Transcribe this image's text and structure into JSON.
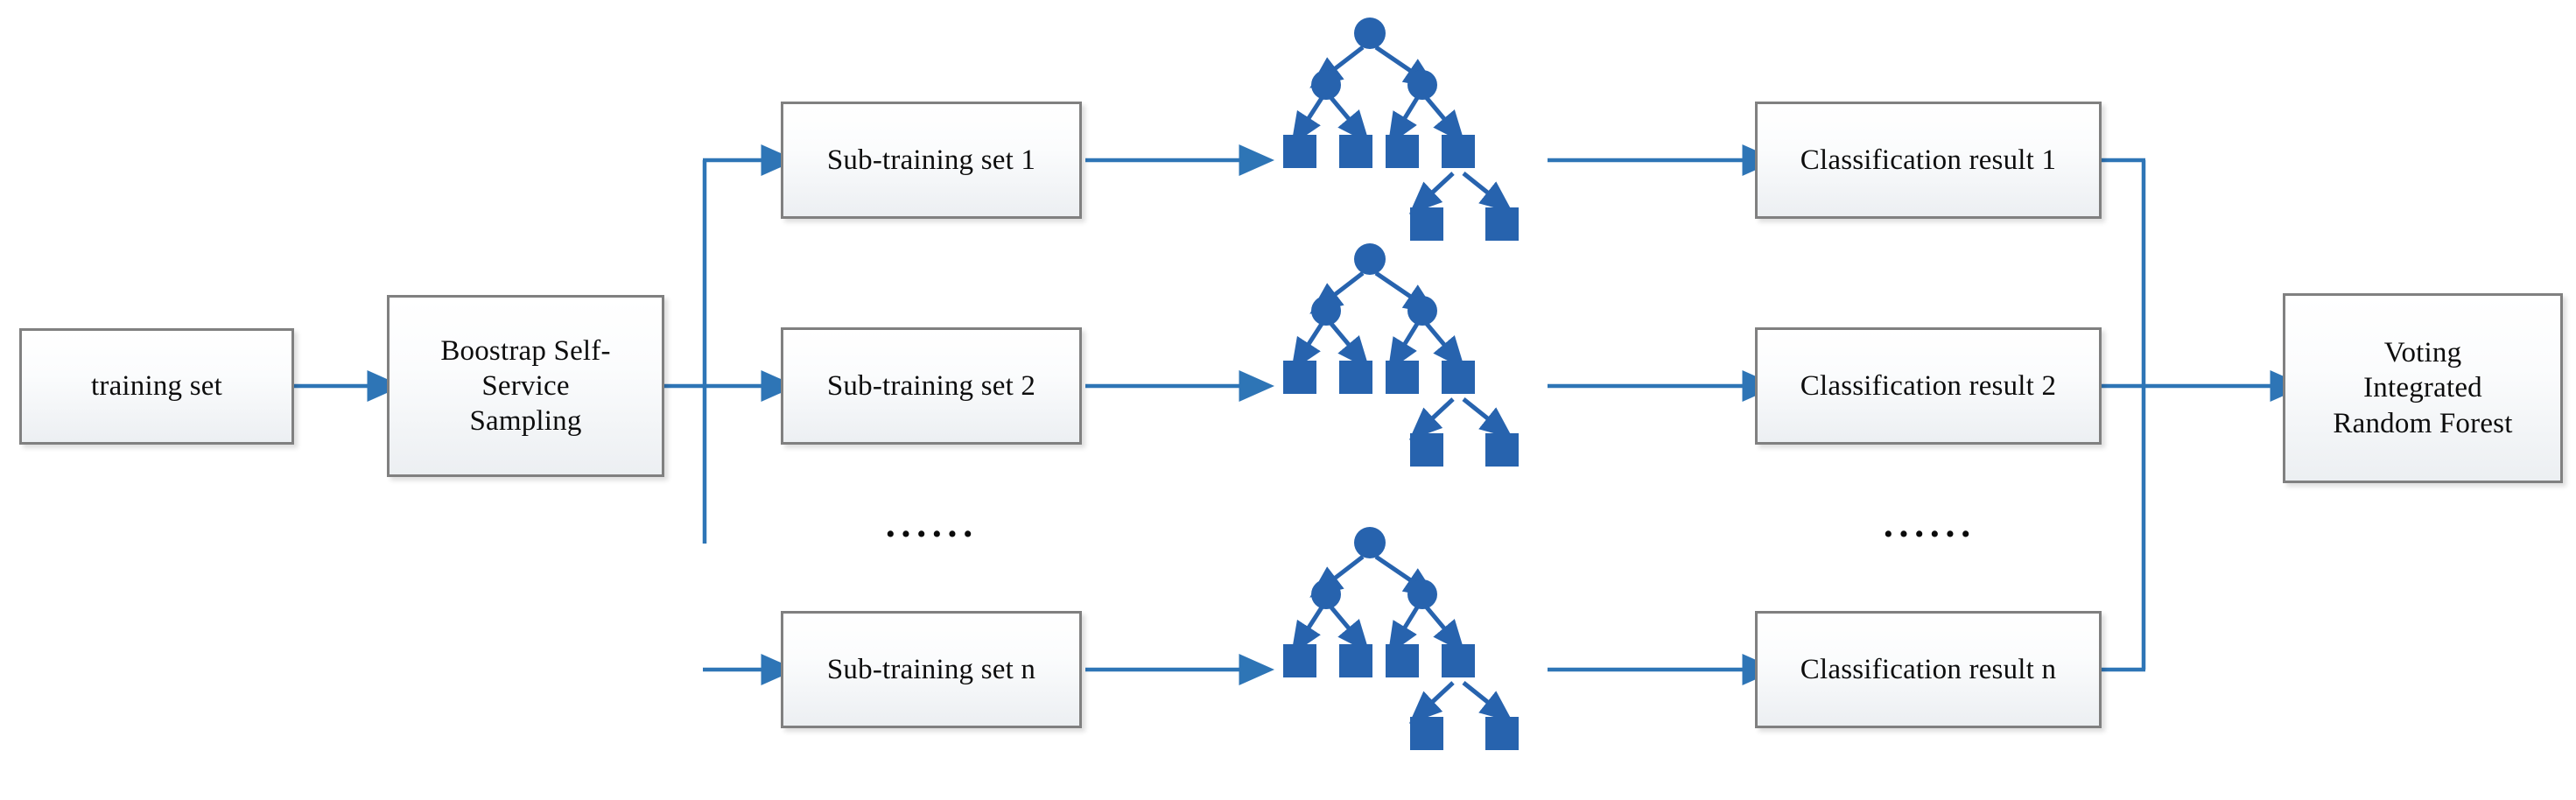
{
  "diagram": {
    "title": "Voting Integrated Random Forest pipeline",
    "colors": {
      "arrow_blue": "#2E75B6",
      "node_blue": "#2763AE",
      "box_border": "#808080",
      "box_fill": "#F2F4F7",
      "text": "#0D0D0D",
      "background": "#FFFFFF"
    },
    "boxes": {
      "training_set": "training set",
      "bootstrap": "Boostrap Self-\nService\nSampling",
      "bootstrap_lines": [
        "Boostrap Self-",
        "Service",
        "Sampling"
      ],
      "sub_training_1": "Sub-training set 1",
      "sub_training_2": "Sub-training set 2",
      "sub_training_n": "Sub-training set n",
      "classification_1": "Classification result 1",
      "classification_2": "Classification result 2",
      "classification_n": "Classification result n",
      "voting": "Voting\nIntegrated\nRandom Forest",
      "voting_lines": [
        "Voting",
        "Integrated",
        "Random Forest"
      ]
    },
    "ellipsis": {
      "sub_training": "······",
      "classification": "······"
    },
    "trees": [
      {
        "name": "decision-tree-1",
        "root": "circle",
        "internal_nodes": 3,
        "leaf_nodes": 6,
        "depth": 4
      },
      {
        "name": "decision-tree-2",
        "root": "circle",
        "internal_nodes": 3,
        "leaf_nodes": 6,
        "depth": 4
      },
      {
        "name": "decision-tree-n",
        "root": "circle",
        "internal_nodes": 3,
        "leaf_nodes": 6,
        "depth": 4
      }
    ],
    "rows": [
      {
        "index": 1,
        "label_suffix": "1"
      },
      {
        "index": 2,
        "label_suffix": "2"
      },
      {
        "index": 3,
        "label_suffix": "n"
      }
    ]
  }
}
